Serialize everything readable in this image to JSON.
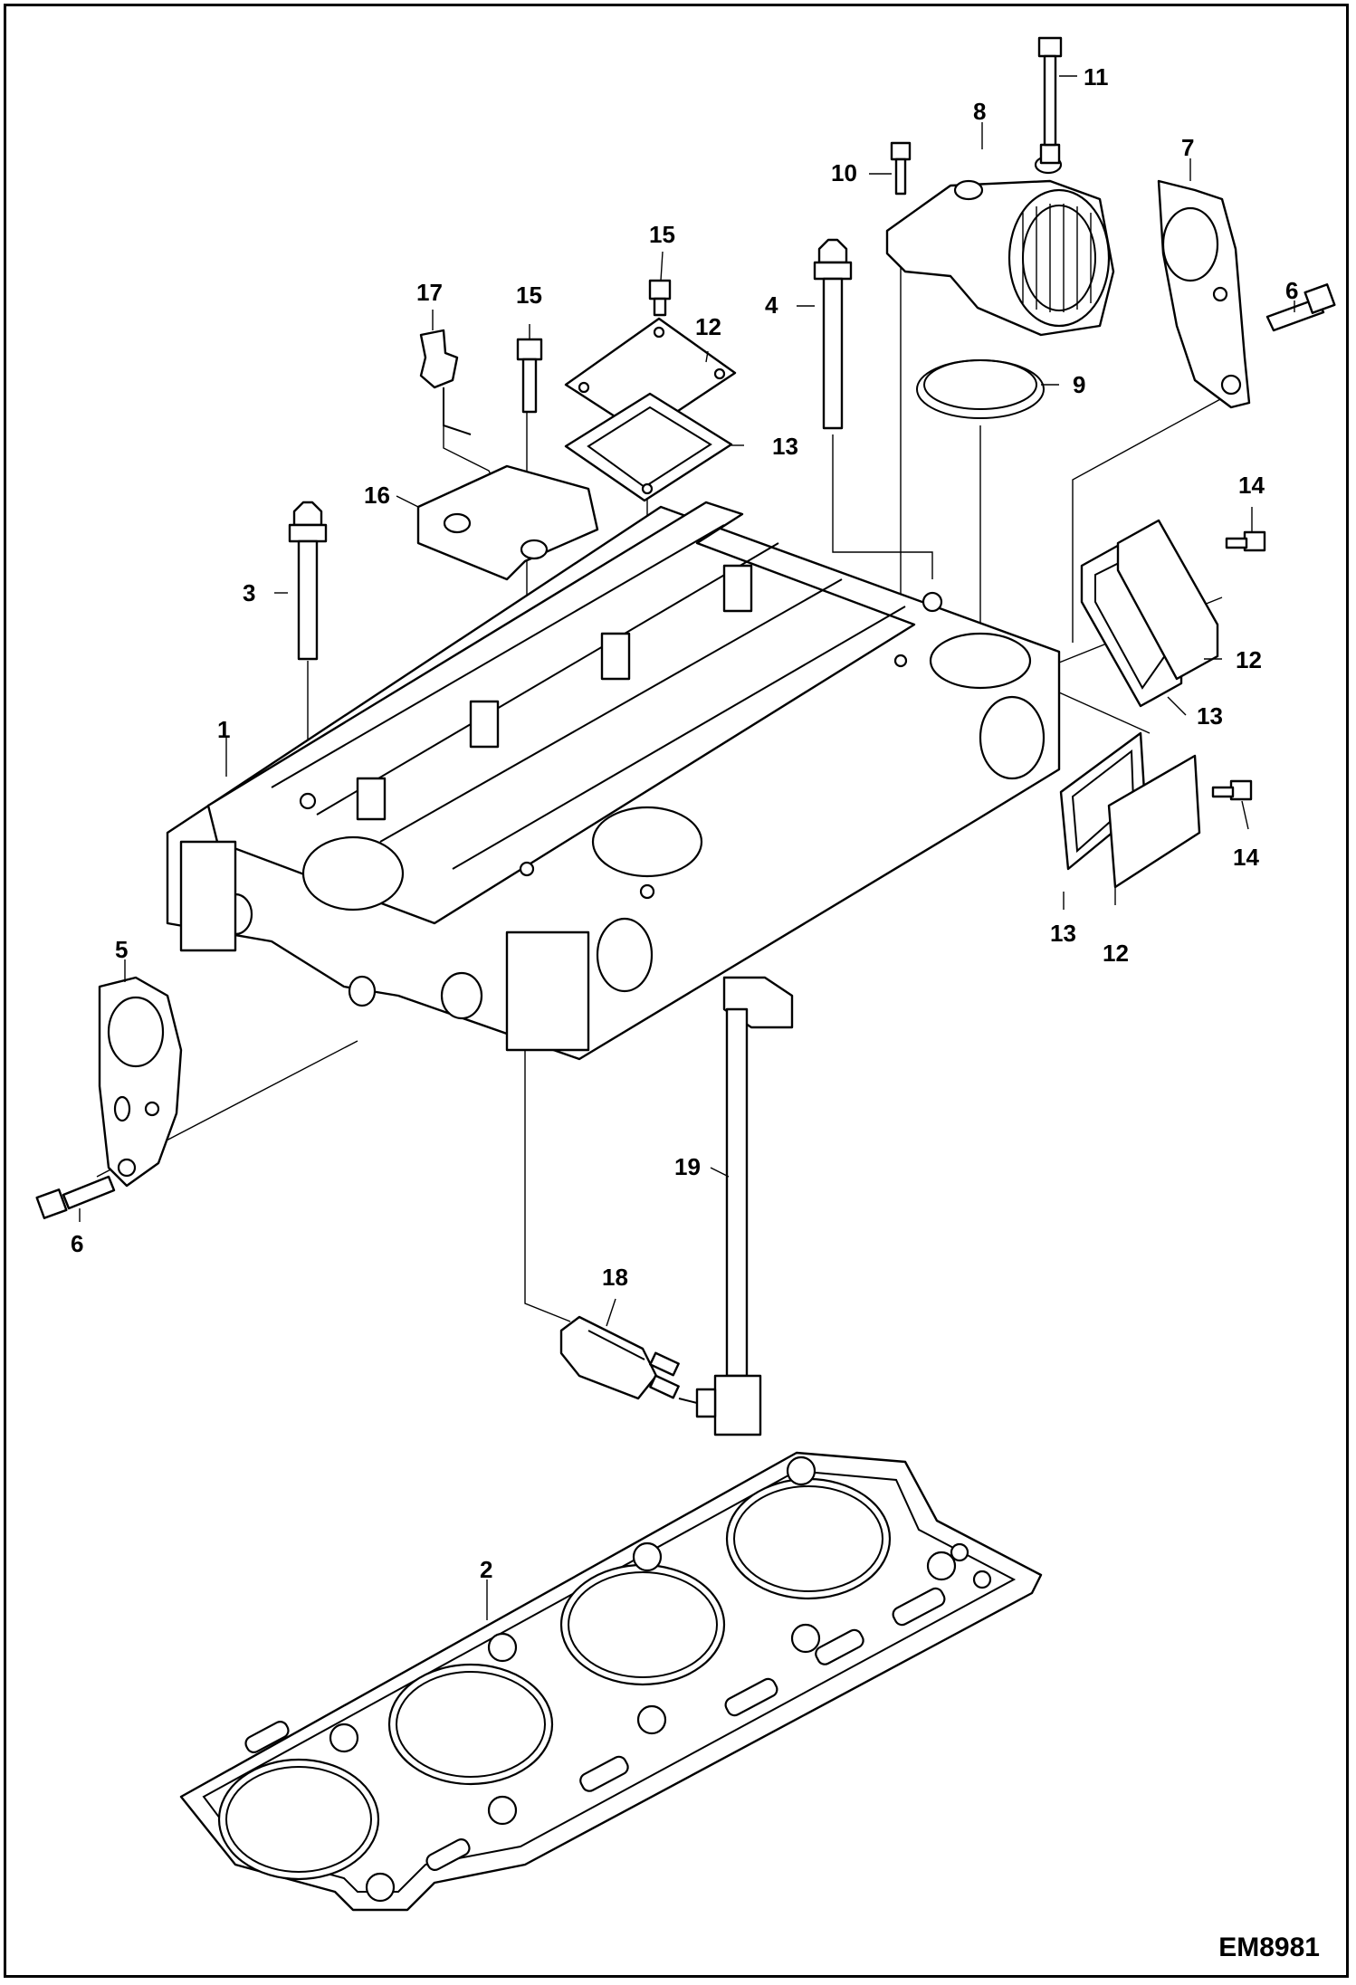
{
  "diagram": {
    "reference_code": "EM8981",
    "callouts": [
      {
        "id": "c1",
        "label": "1"
      },
      {
        "id": "c2",
        "label": "2"
      },
      {
        "id": "c3",
        "label": "3"
      },
      {
        "id": "c4",
        "label": "4"
      },
      {
        "id": "c5",
        "label": "5"
      },
      {
        "id": "c6a",
        "label": "6"
      },
      {
        "id": "c6b",
        "label": "6"
      },
      {
        "id": "c7",
        "label": "7"
      },
      {
        "id": "c8",
        "label": "8"
      },
      {
        "id": "c9",
        "label": "9"
      },
      {
        "id": "c10",
        "label": "10"
      },
      {
        "id": "c11",
        "label": "11"
      },
      {
        "id": "c12a",
        "label": "12"
      },
      {
        "id": "c12b",
        "label": "12"
      },
      {
        "id": "c12c",
        "label": "12"
      },
      {
        "id": "c13a",
        "label": "13"
      },
      {
        "id": "c13b",
        "label": "13"
      },
      {
        "id": "c13c",
        "label": "13"
      },
      {
        "id": "c14a",
        "label": "14"
      },
      {
        "id": "c14b",
        "label": "14"
      },
      {
        "id": "c15a",
        "label": "15"
      },
      {
        "id": "c15b",
        "label": "15"
      },
      {
        "id": "c16",
        "label": "16"
      },
      {
        "id": "c17",
        "label": "17"
      },
      {
        "id": "c18",
        "label": "18"
      },
      {
        "id": "c19",
        "label": "19"
      }
    ]
  }
}
